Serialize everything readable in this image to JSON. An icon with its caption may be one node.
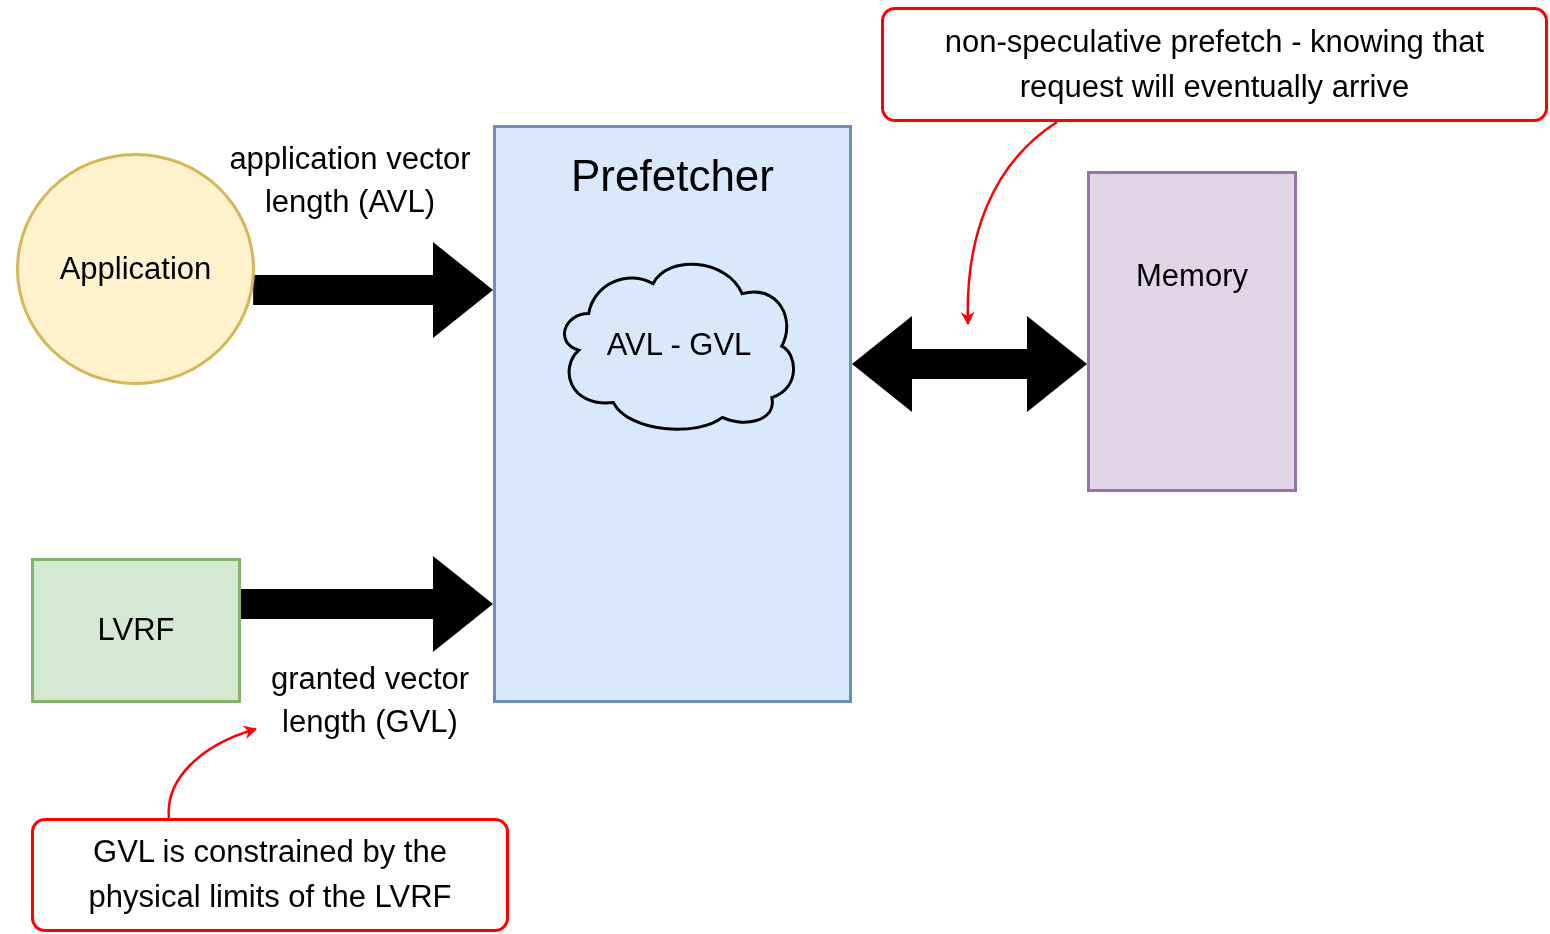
{
  "diagram": {
    "nodes": [
      {
        "text": [
          "Application"
        ]
      },
      {
        "text": [
          "Prefetcher"
        ]
      },
      {
        "text": [
          "AVL - GVL"
        ],
        "in": 1
      },
      {
        "text": [
          "Memory"
        ]
      },
      {
        "text": [
          "LVRF"
        ]
      },
      {
        "text": [
          "non-speculative prefetch - knowing that request will eventually arrive"
        ]
      },
      {
        "text": [
          "application vector length (AVL)"
        ]
      },
      {
        "text": [
          "granted vector length (GVL)"
        ]
      },
      {
        "text": [
          "GVL is constrained by the physical limits of the LVRF"
        ]
      }
    ],
    "edges": [
      {
        "from": 0,
        "to": 1,
        "arrow": "to"
      },
      {
        "from": 4,
        "to": 1,
        "arrow": "to"
      },
      {
        "from": 1,
        "to": 3,
        "arrow": "both"
      },
      {
        "from": 5,
        "to": null,
        "arrow": "to",
        "color": "#ff0000"
      },
      {
        "from": 8,
        "to": 7,
        "arrow": "to",
        "color": "#ff0000"
      }
    ]
  }
}
